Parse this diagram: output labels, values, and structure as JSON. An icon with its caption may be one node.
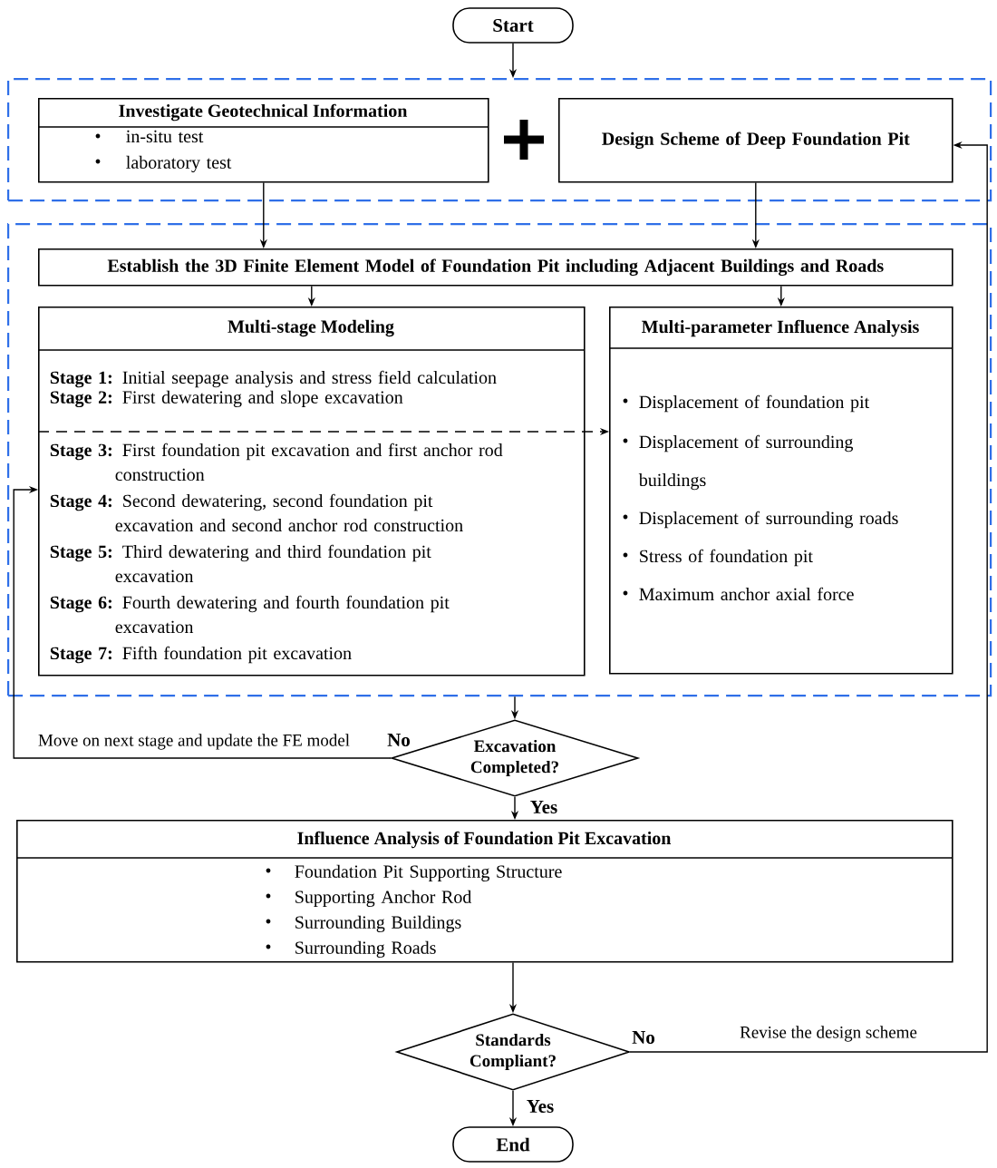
{
  "diagram": {
    "nodes": [
      {
        "text": [
          "Start"
        ]
      },
      {
        "text": [],
        "shape": "box"
      },
      {
        "text": [
          "Investigate Geotechnical Information",
          "in-situ test",
          "laboratory test"
        ],
        "in": 1
      },
      {
        "text": [
          "Design Scheme of Deep Foundation Pit"
        ],
        "in": 1
      },
      {
        "text": [],
        "shape": "box"
      },
      {
        "text": [
          "Establish the 3D Finite Element Model of Foundation Pit including Adjacent Buildings and Roads"
        ],
        "in": 4
      },
      {
        "text": [
          "Multi-stage Modeling",
          "**Stage 1:** Initial seepage analysis and stress field calculation",
          "**Stage 2:** First dewatering and slope excavation",
          "**Stage 3:** First foundation pit excavation and first anchor rod construction",
          "**Stage 4:** Second dewatering, second foundation pit excavation and second anchor rod construction",
          "**Stage 5:** Third dewatering and third foundation pit excavation",
          "**Stage 6:** Fourth dewatering and fourth foundation pit excavation",
          "**Stage 7:** Fifth foundation pit excavation"
        ],
        "in": 4
      },
      {
        "text": [
          "Multi-parameter Influence Analysis",
          "Displacement of foundation pit",
          "Displacement of surrounding buildings",
          "Displacement of surrounding roads",
          "Stress of foundation pit",
          "Maximum anchor axial force"
        ],
        "in": 4
      },
      {
        "text": [
          "Excavation Completed?"
        ]
      },
      {
        "text": [
          "Influence Analysis of Foundation Pit Excavation",
          "Foundation Pit Supporting Structure",
          "Supporting Anchor Rod",
          "Surrounding Buildings",
          "Surrounding Roads"
        ]
      },
      {
        "text": [
          "Standards Compliant?"
        ]
      },
      {
        "text": [
          "End"
        ]
      }
    ],
    "edges": [
      {
        "from": 0,
        "to": 1,
        "arrow": "to"
      },
      {
        "from": 2,
        "to": 5,
        "arrow": "to"
      },
      {
        "from": 3,
        "to": 5,
        "arrow": "to"
      },
      {
        "from": 5,
        "to": 6,
        "arrow": "to"
      },
      {
        "from": 5,
        "to": 7,
        "arrow": "to"
      },
      {
        "from": 6,
        "to": 7,
        "arrow": "to",
        "style": "dashed"
      },
      {
        "from": 4,
        "to": 8,
        "arrow": "to"
      },
      {
        "from": 8,
        "to": 6,
        "arrow": "to",
        "label": "No"
      },
      {
        "from": 8,
        "to": 9,
        "arrow": "to",
        "label": "Yes"
      },
      {
        "from": 9,
        "to": 10,
        "arrow": "to"
      },
      {
        "from": 10,
        "to": 3,
        "arrow": "to",
        "label": "No"
      },
      {
        "from": 10,
        "to": 11,
        "arrow": "to",
        "label": "Yes"
      }
    ],
    "labels": [
      "Move on next stage and update the FE model",
      "Revise the design scheme"
    ]
  }
}
